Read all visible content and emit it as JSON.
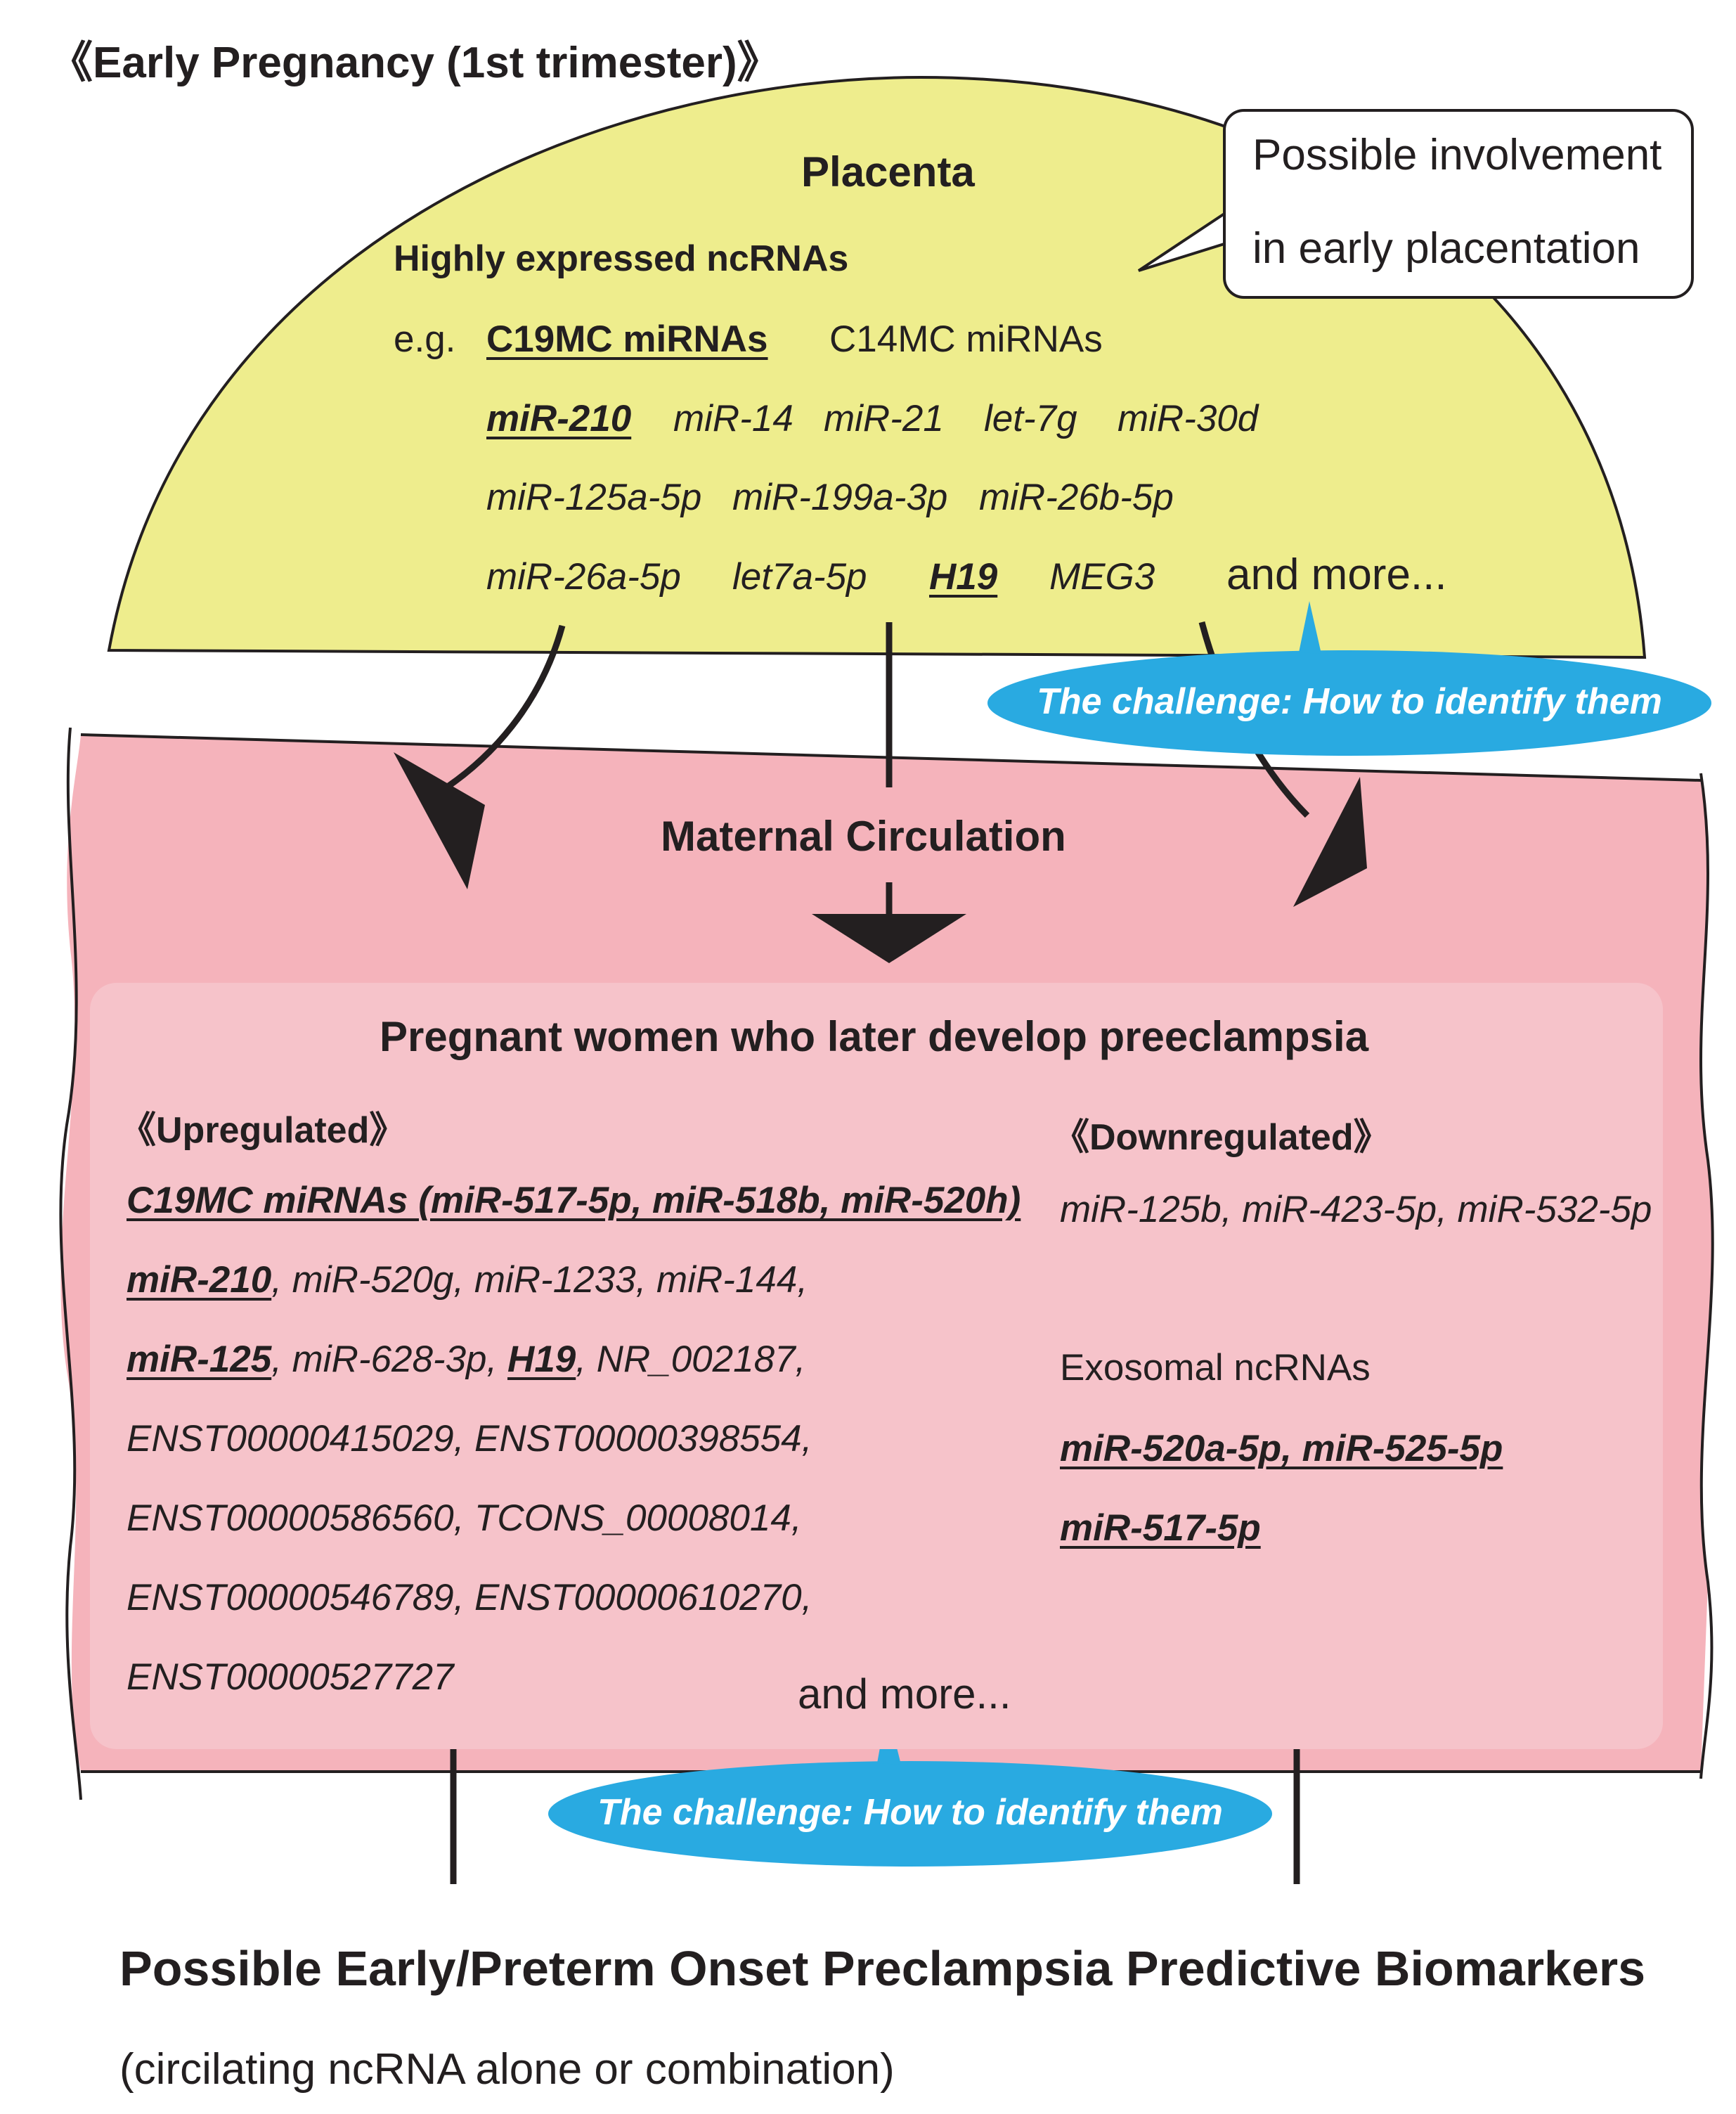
{
  "header": {
    "title": "《Early Pregnancy (1st trimester)》"
  },
  "placenta": {
    "title": "Placenta",
    "subtitle": "Highly expressed ncRNAs",
    "eg": "e.g.",
    "row1": {
      "c19mc": "C19MC miRNAs",
      "c14mc": "C14MC miRNAs"
    },
    "row2": [
      "miR-210",
      "miR-14",
      "miR-21",
      "let-7g",
      "miR-30d"
    ],
    "row3": [
      "miR-125a-5p",
      "miR-199a-3p",
      "miR-26b-5p"
    ],
    "row4": [
      "miR-26a-5p",
      "let7a-5p",
      "H19",
      "MEG3"
    ],
    "and_more": "and more..."
  },
  "callout": {
    "line1": "Possible involvement",
    "line2": "in early placentation"
  },
  "challenge_top": "The challenge: How to identify them",
  "circulation": {
    "title": "Maternal Circulation"
  },
  "preeclampsia": {
    "title": "Pregnant women who later develop preeclampsia",
    "up_heading": "《Upregulated》",
    "up_line1": "C19MC miRNAs (miR-517-5p, miR-518b, miR-520h)",
    "up_line2": {
      "a": "miR-210",
      "b": ", miR-520g, miR-1233, miR-144,"
    },
    "up_line3": {
      "a": "miR-125",
      "b": ", miR-628-3p, ",
      "c": "H19",
      "d": ", NR_002187,"
    },
    "up_line4": "ENST00000415029, ENST00000398554,",
    "up_line5": "ENST00000586560, TCONS_00008014,",
    "up_line6": "ENST00000546789, ENST00000610270,",
    "up_line7": "ENST00000527727",
    "down_heading": "《Downregulated》",
    "down_line1": "miR-125b, miR-423-5p, miR-532-5p",
    "exosomal_heading": "Exosomal ncRNAs",
    "exo_line1": "miR-520a-5p, miR-525-5p",
    "exo_line2": "miR-517-5p",
    "and_more": "and more..."
  },
  "challenge_bottom": "The challenge: How to identify them",
  "footer": {
    "title": "Possible Early/Preterm Onset Preclampsia Predictive Biomarkers",
    "subtitle": "(circilating ncRNA alone or combination)"
  },
  "colors": {
    "placenta_fill": "#eeed8d",
    "circulation_fill": "#f5b3bb",
    "inner_panel_fill": "#f6c3ca",
    "challenge_fill": "#29aae1",
    "text": "#231f20"
  }
}
